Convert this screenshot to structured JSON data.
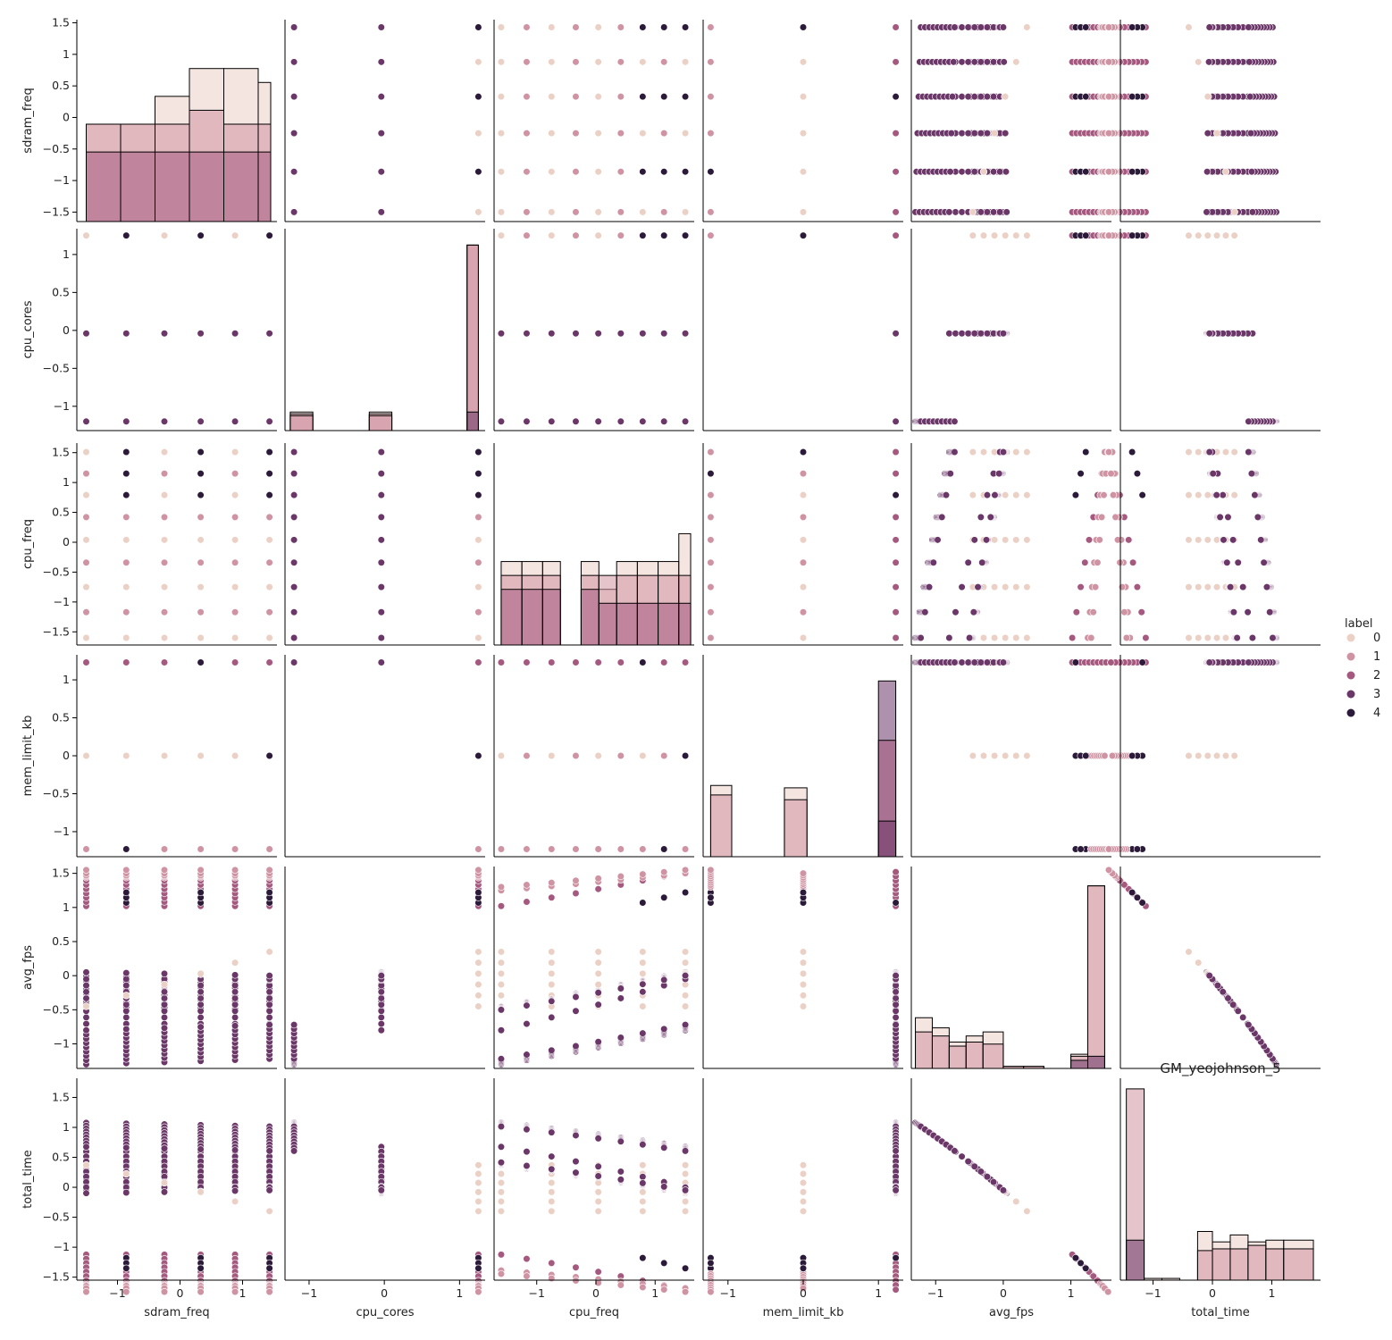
{
  "chart_data": {
    "type": "scatter",
    "subtype": "pairplot",
    "title": "GM_yeojohnson_5",
    "variables": [
      "sdram_freq",
      "cpu_cores",
      "cpu_freq",
      "mem_limit_kb",
      "avg_fps",
      "total_time"
    ],
    "ranges": {
      "sdram_freq": [
        -1.65,
        1.55
      ],
      "cpu_cores": [
        -1.32,
        1.34
      ],
      "cpu_freq": [
        -1.72,
        1.66
      ],
      "mem_limit_kb": [
        -1.33,
        1.33
      ],
      "avg_fps": [
        -1.36,
        1.6
      ],
      "total_time": [
        -1.55,
        1.82
      ]
    },
    "ticks": {
      "sdram_freq": [
        -1.5,
        -1.0,
        -0.5,
        0.0,
        0.5,
        1.0,
        1.5
      ],
      "cpu_cores": [
        -1.0,
        -0.5,
        0.0,
        0.5,
        1.0
      ],
      "cpu_freq": [
        -1.5,
        -1.0,
        -0.5,
        0.0,
        0.5,
        1.0,
        1.5
      ],
      "mem_limit_kb": [
        -1.0,
        -0.5,
        0.0,
        0.5,
        1.0
      ],
      "avg_fps": [
        -1.0,
        -0.5,
        0.0,
        0.5,
        1.0,
        1.5
      ],
      "total_time": [
        -1.5,
        -1.0,
        -0.5,
        0.0,
        0.5,
        1.0,
        1.5
      ]
    },
    "xticks": {
      "sdram_freq": [
        -1,
        0,
        1
      ],
      "cpu_cores": [
        -1,
        0,
        1
      ],
      "cpu_freq": [
        -1,
        0,
        1
      ],
      "mem_limit_kb": [
        -1,
        0,
        1
      ],
      "avg_fps": [
        -1,
        0,
        1
      ],
      "total_time": [
        -1,
        0,
        1
      ]
    },
    "legend": {
      "title": "label",
      "entries": [
        "0",
        "1",
        "2",
        "3",
        "4"
      ],
      "colors": [
        "#ebd0c6",
        "#cf93a3",
        "#a6597f",
        "#6b3768",
        "#2b1a3a"
      ],
      "placement": "right"
    },
    "levels": {
      "sdram_freq": [
        -1.5,
        -0.86,
        -0.25,
        0.33,
        0.88,
        1.43
      ],
      "cpu_cores": [
        -1.2,
        -0.04,
        1.25
      ],
      "cpu_freq": [
        -1.6,
        -1.17,
        -0.75,
        -0.34,
        0.04,
        0.42,
        0.79,
        1.15,
        1.51
      ],
      "mem_limit_kb": [
        -1.23,
        0.0,
        1.23
      ]
    },
    "curves": {
      "fps_cores_neg": {
        "a": -0.8,
        "b": 0.5
      },
      "fps_cores_0_lo": {
        "a": -0.8,
        "b": 0.75
      },
      "fps_cores_0_hi": {
        "a": -0.45,
        "b": 0.5
      },
      "fps_cores_1_c2_a": {
        "a": 1.02,
        "b": 0.5
      },
      "fps_cores_1_c2_b": {
        "a": 1.25,
        "b": 0.25
      },
      "fps_cores_1_c0": {
        "a": -0.45,
        "b": 0.8
      },
      "fps_cores_1_c4": {
        "a": 0.62,
        "b": 0.6
      },
      "time_cores_neg": {
        "a": 0.6,
        "b": 0.35
      },
      "time_cores_0_lo": {
        "a": -0.1,
        "b": 0.8
      },
      "time_cores_0_hi": {
        "a": 0.18,
        "b": 0.7
      },
      "time_cores_1_c2": {
        "a": -1.35,
        "b": -0.85
      },
      "time_cores_1_c0": {
        "a": -0.55,
        "b": 0.4
      },
      "time_cores_1_c4": {
        "a": -1.3,
        "b": -0.48
      }
    },
    "histograms": {
      "sdram_freq": {
        "edges": [
          -1.5,
          -0.95,
          -0.4,
          0.15,
          0.7,
          1.25,
          1.45
        ],
        "bars": [
          {
            "color": "#ebd0c6",
            "counts": [
              7,
              7,
              9,
              11,
              11,
              10
            ]
          },
          {
            "color": "#cf93a3",
            "counts": [
              7,
              7,
              7,
              8,
              7,
              7
            ]
          },
          {
            "color": "#a6597f",
            "counts": [
              5,
              5,
              5,
              5,
              5,
              5
            ]
          }
        ],
        "max": 14
      },
      "cpu_cores": {
        "edges": [
          -1.25,
          -0.95,
          -0.2,
          0.1,
          1.1,
          1.25
        ],
        "bars": [
          {
            "color": "#ebd0c6",
            "counts": [
              10,
              0,
              10,
              0,
              100
            ]
          },
          {
            "color": "#cf93a3",
            "counts": [
              9,
              0,
              9,
              0,
              100
            ]
          },
          {
            "color": "#cf93a3",
            "counts": [
              8,
              0,
              8,
              0,
              100
            ]
          },
          {
            "color": "#6b3768",
            "counts": [
              0,
              0,
              0,
              0,
              10
            ]
          }
        ],
        "max": 105
      },
      "cpu_freq": {
        "edges": [
          -1.6,
          -1.25,
          -0.9,
          -0.6,
          -0.25,
          0.05,
          0.35,
          0.7,
          1.05,
          1.4,
          1.6
        ],
        "bars": [
          {
            "color": "#ebd0c6",
            "counts": [
              6,
              6,
              6,
              0,
              6,
              4,
              6,
              6,
              6,
              8
            ]
          },
          {
            "color": "#cf93a3",
            "counts": [
              5,
              5,
              5,
              0,
              5,
              5,
              5,
              5,
              5,
              5
            ]
          },
          {
            "color": "#a6597f",
            "counts": [
              4,
              4,
              4,
              0,
              4,
              3,
              3,
              3,
              3,
              3
            ]
          }
        ],
        "max": 14
      },
      "mem_limit_kb": {
        "edges": [
          -1.23,
          -0.95,
          -0.25,
          0.05,
          1.0,
          1.23
        ],
        "bars": [
          {
            "color": "#ebd0c6",
            "counts": [
              30,
              0,
              29,
              0,
              0
            ]
          },
          {
            "color": "#cf93a3",
            "counts": [
              26,
              0,
              24,
              0,
              0
            ]
          },
          {
            "color": "#6b3768",
            "counts": [
              0,
              0,
              0,
              0,
              74
            ]
          },
          {
            "color": "#a6597f",
            "counts": [
              0,
              0,
              0,
              0,
              49
            ]
          },
          {
            "color": "#6b3768",
            "counts": [
              0,
              0,
              0,
              0,
              15
            ]
          }
        ],
        "max": 82
      },
      "avg_fps": {
        "edges": [
          -1.3,
          -1.05,
          -0.8,
          -0.55,
          -0.3,
          0.0,
          0.3,
          0.6,
          1.0,
          1.25,
          1.5
        ],
        "bars": [
          {
            "color": "#ebd0c6",
            "counts": [
              25,
              20,
              13,
              16,
              18,
              1,
              1,
              0,
              7,
              90
            ]
          },
          {
            "color": "#cf93a3",
            "counts": [
              18,
              16,
              11,
              13,
              12,
              1,
              1,
              0,
              6,
              90
            ]
          },
          {
            "color": "#6b3768",
            "counts": [
              0,
              0,
              0,
              0,
              0,
              0,
              0,
              0,
              4,
              6
            ]
          }
        ],
        "max": 96
      },
      "total_time": {
        "edges": [
          -1.45,
          -1.15,
          -0.85,
          -0.55,
          -0.25,
          0.0,
          0.3,
          0.6,
          0.9,
          1.2,
          1.7
        ],
        "bars": [
          {
            "color": "#ebd0c6",
            "counts": [
              0,
              1,
              1,
              0,
              28,
              22,
              26,
              22,
              23,
              23
            ]
          },
          {
            "color": "#cf93a3",
            "counts": [
              110,
              0,
              0,
              0,
              17,
              18,
              18,
              20,
              18,
              18
            ]
          },
          {
            "color": "#6b3768",
            "counts": [
              23,
              0,
              0,
              0,
              0,
              0,
              0,
              0,
              0,
              0
            ]
          }
        ],
        "max": 112
      }
    }
  }
}
